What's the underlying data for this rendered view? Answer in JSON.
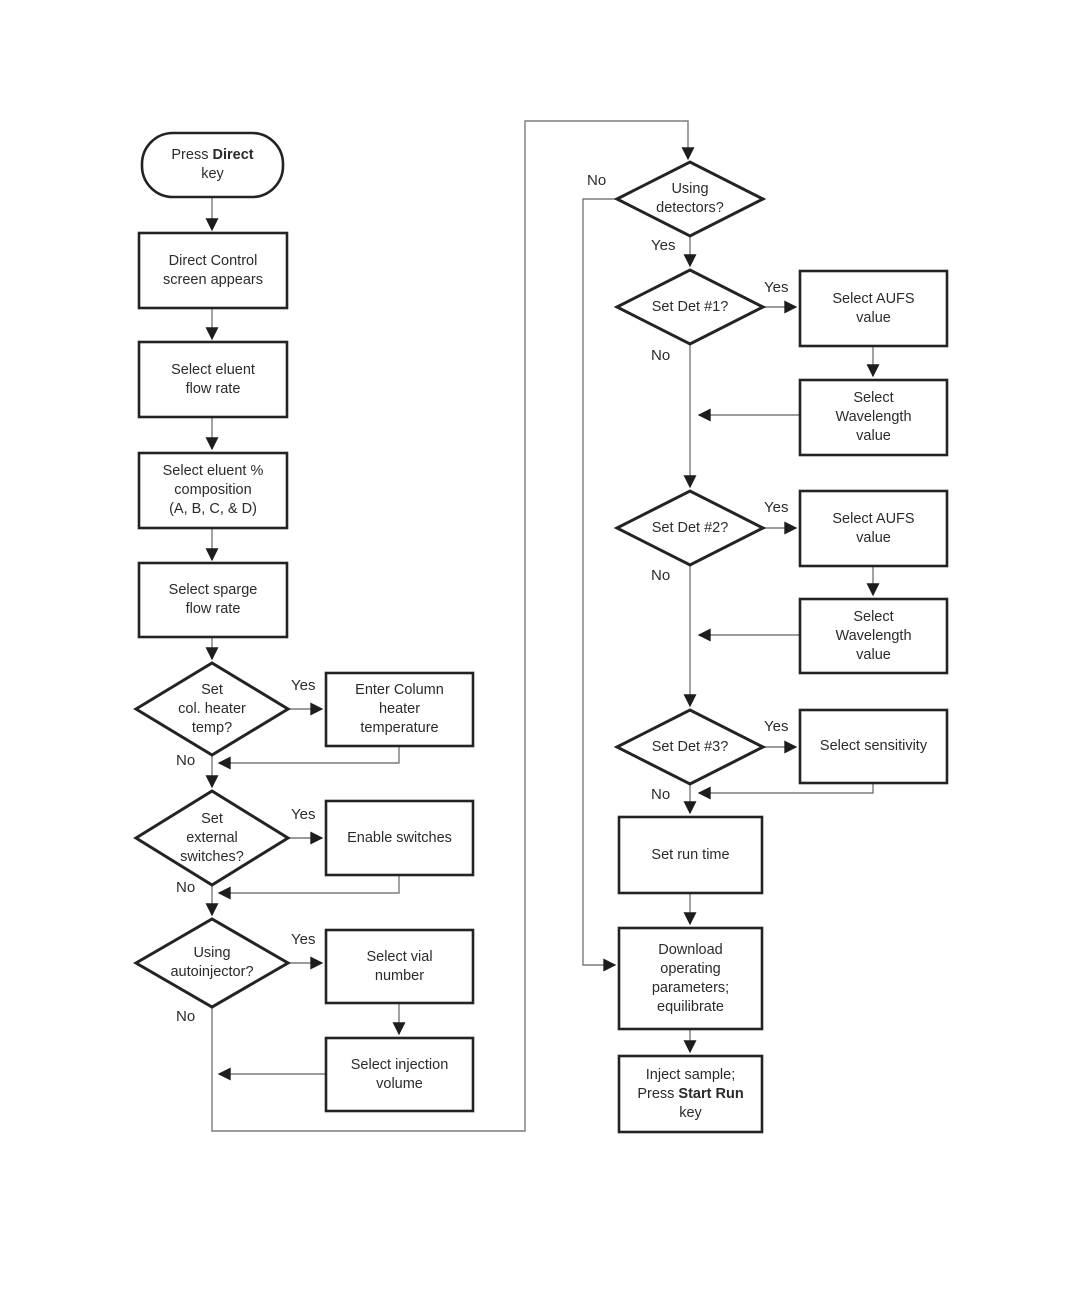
{
  "diagram": {
    "type": "flowchart",
    "background_color": "#ffffff",
    "shape_border_color": "#232323",
    "connector_color": "#7b7b7b",
    "arrowhead_color": "#1d1d1d",
    "text_color": "#2b2b2b"
  },
  "nodes": {
    "press_direct": {
      "shape": "terminator",
      "pre": "Press ",
      "bold": "Direct",
      "post": "\nkey"
    },
    "direct_control": {
      "shape": "process",
      "label": "Direct Control\nscreen appears"
    },
    "eluent_flow": {
      "shape": "process",
      "label": "Select eluent\nflow rate"
    },
    "eluent_comp": {
      "shape": "process",
      "label": "Select eluent %\ncomposition\n(A, B, C, & D)"
    },
    "sparge_flow": {
      "shape": "process",
      "label": "Select sparge\nflow rate"
    },
    "set_col_heater": {
      "shape": "decision",
      "label": "Set\ncol. heater\ntemp?"
    },
    "enter_col_heater": {
      "shape": "process",
      "label": "Enter Column\nheater\ntemperature"
    },
    "set_ext_switches": {
      "shape": "decision",
      "label": "Set\nexternal\nswitches?"
    },
    "enable_switches": {
      "shape": "process",
      "label": "Enable switches"
    },
    "using_autoinjector": {
      "shape": "decision",
      "label": "Using\nautoinjector?"
    },
    "select_vial": {
      "shape": "process",
      "label": "Select vial\nnumber"
    },
    "select_inj_volume": {
      "shape": "process",
      "label": "Select injection\nvolume"
    },
    "using_detectors": {
      "shape": "decision",
      "label": "Using\ndetectors?"
    },
    "set_det1": {
      "shape": "decision",
      "label": "Set Det #1?"
    },
    "select_aufs_1": {
      "shape": "process",
      "label": "Select AUFS\nvalue"
    },
    "select_wavelength_1": {
      "shape": "process",
      "label": "Select\nWavelength\nvalue"
    },
    "set_det2": {
      "shape": "decision",
      "label": "Set Det #2?"
    },
    "select_aufs_2": {
      "shape": "process",
      "label": "Select AUFS\nvalue"
    },
    "select_wavelength_2": {
      "shape": "process",
      "label": "Select\nWavelength\nvalue"
    },
    "set_det3": {
      "shape": "decision",
      "label": "Set Det #3?"
    },
    "select_sensitivity": {
      "shape": "process",
      "label": "Select sensitivity"
    },
    "set_run_time": {
      "shape": "process",
      "label": "Set run time"
    },
    "download_params": {
      "shape": "process",
      "label": "Download\noperating\nparameters;\nequilibrate"
    },
    "inject_sample": {
      "shape": "process",
      "pre": "Inject sample;\nPress ",
      "bold": "Start Run",
      "post": "\nkey"
    }
  },
  "edges": {
    "col_heater": {
      "yes": "Yes",
      "no": "No"
    },
    "ext_switches": {
      "yes": "Yes",
      "no": "No"
    },
    "autoinjector": {
      "yes": "Yes",
      "no": "No"
    },
    "detectors": {
      "yes": "Yes",
      "no": "No"
    },
    "det1": {
      "yes": "Yes",
      "no": "No"
    },
    "det2": {
      "yes": "Yes",
      "no": "No"
    },
    "det3": {
      "yes": "Yes",
      "no": "No"
    }
  }
}
